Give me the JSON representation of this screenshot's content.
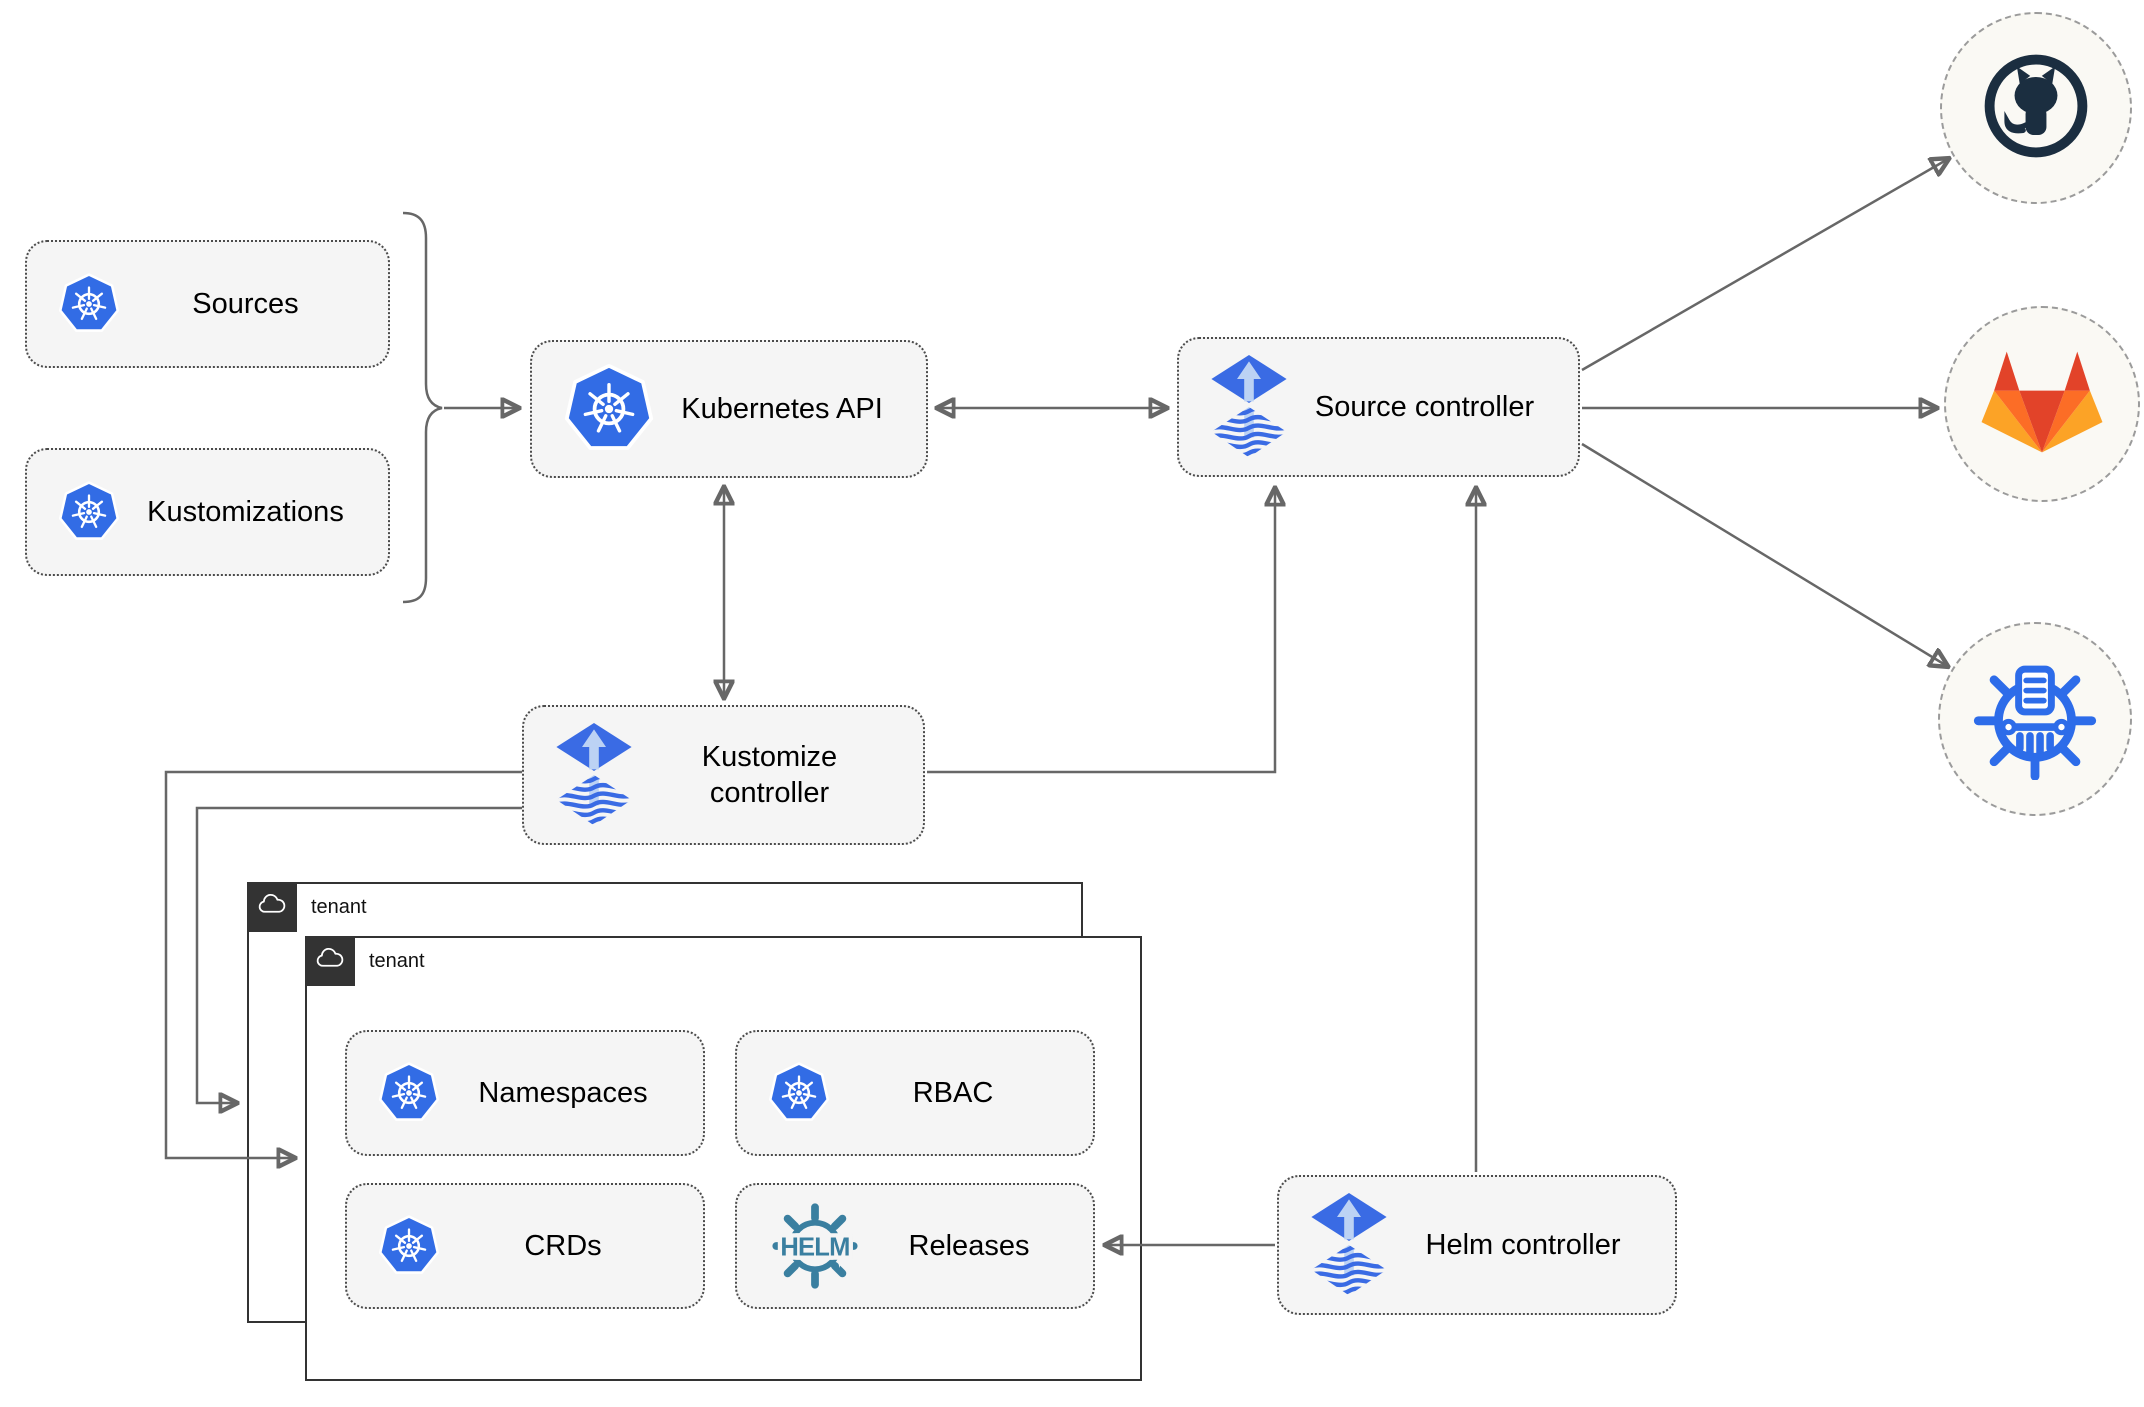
{
  "nodes": {
    "sources": {
      "label": "Sources",
      "icon": "kubernetes-icon"
    },
    "kustomizations": {
      "label": "Kustomizations",
      "icon": "kubernetes-icon"
    },
    "kubernetes_api": {
      "label": "Kubernetes API",
      "icon": "kubernetes-icon"
    },
    "source_controller": {
      "label": "Source controller",
      "icon": "flux-icon"
    },
    "kustomize_controller": {
      "label": "Kustomize controller",
      "icon": "flux-icon"
    },
    "helm_controller": {
      "label": "Helm controller",
      "icon": "flux-icon"
    },
    "namespaces": {
      "label": "Namespaces",
      "icon": "kubernetes-icon"
    },
    "rbac": {
      "label": "RBAC",
      "icon": "kubernetes-icon"
    },
    "crds": {
      "label": "CRDs",
      "icon": "kubernetes-icon"
    },
    "releases": {
      "label": "Releases",
      "icon": "helm-icon"
    }
  },
  "groups": {
    "tenant_outer": {
      "label": "tenant",
      "icon": "cloud-icon"
    },
    "tenant_inner": {
      "label": "tenant",
      "icon": "cloud-icon"
    }
  },
  "externals": {
    "github": {
      "icon": "github-icon"
    },
    "gitlab": {
      "icon": "gitlab-icon"
    },
    "bucket": {
      "icon": "kubernetes-bucket-icon"
    }
  },
  "logo_text": {
    "helm": "HELM"
  },
  "edges": [
    {
      "from": "sources+kustomizations",
      "to": "kubernetes_api",
      "type": "arrow"
    },
    {
      "from": "kubernetes_api",
      "to": "source_controller",
      "type": "bidirectional"
    },
    {
      "from": "kubernetes_api",
      "to": "kustomize_controller",
      "type": "bidirectional"
    },
    {
      "from": "kustomize_controller",
      "to": "source_controller",
      "type": "arrow"
    },
    {
      "from": "kustomize_controller",
      "to": "tenant_inner",
      "type": "arrow"
    },
    {
      "from": "kustomize_controller",
      "to": "tenant_outer",
      "type": "arrow"
    },
    {
      "from": "helm_controller",
      "to": "source_controller",
      "type": "arrow"
    },
    {
      "from": "helm_controller",
      "to": "releases",
      "type": "arrow"
    },
    {
      "from": "source_controller",
      "to": "github",
      "type": "arrow"
    },
    {
      "from": "source_controller",
      "to": "gitlab",
      "type": "arrow"
    },
    {
      "from": "source_controller",
      "to": "bucket",
      "type": "arrow"
    }
  ],
  "colors": {
    "kubernetes_blue": "#326ce5",
    "flux_blue": "#3a6be4",
    "flux_light_blue": "#bcd2f4",
    "helm_teal": "#3a7fa0",
    "github_dark": "#1b2e40",
    "gitlab_red": "#e24329",
    "gitlab_orange": "#fc6d26",
    "gitlab_light_orange": "#fca326",
    "bucket_blue": "#2d6ce9",
    "edge_gray": "#676767",
    "node_fill": "#f5f5f5",
    "tenant_border": "#333333"
  }
}
